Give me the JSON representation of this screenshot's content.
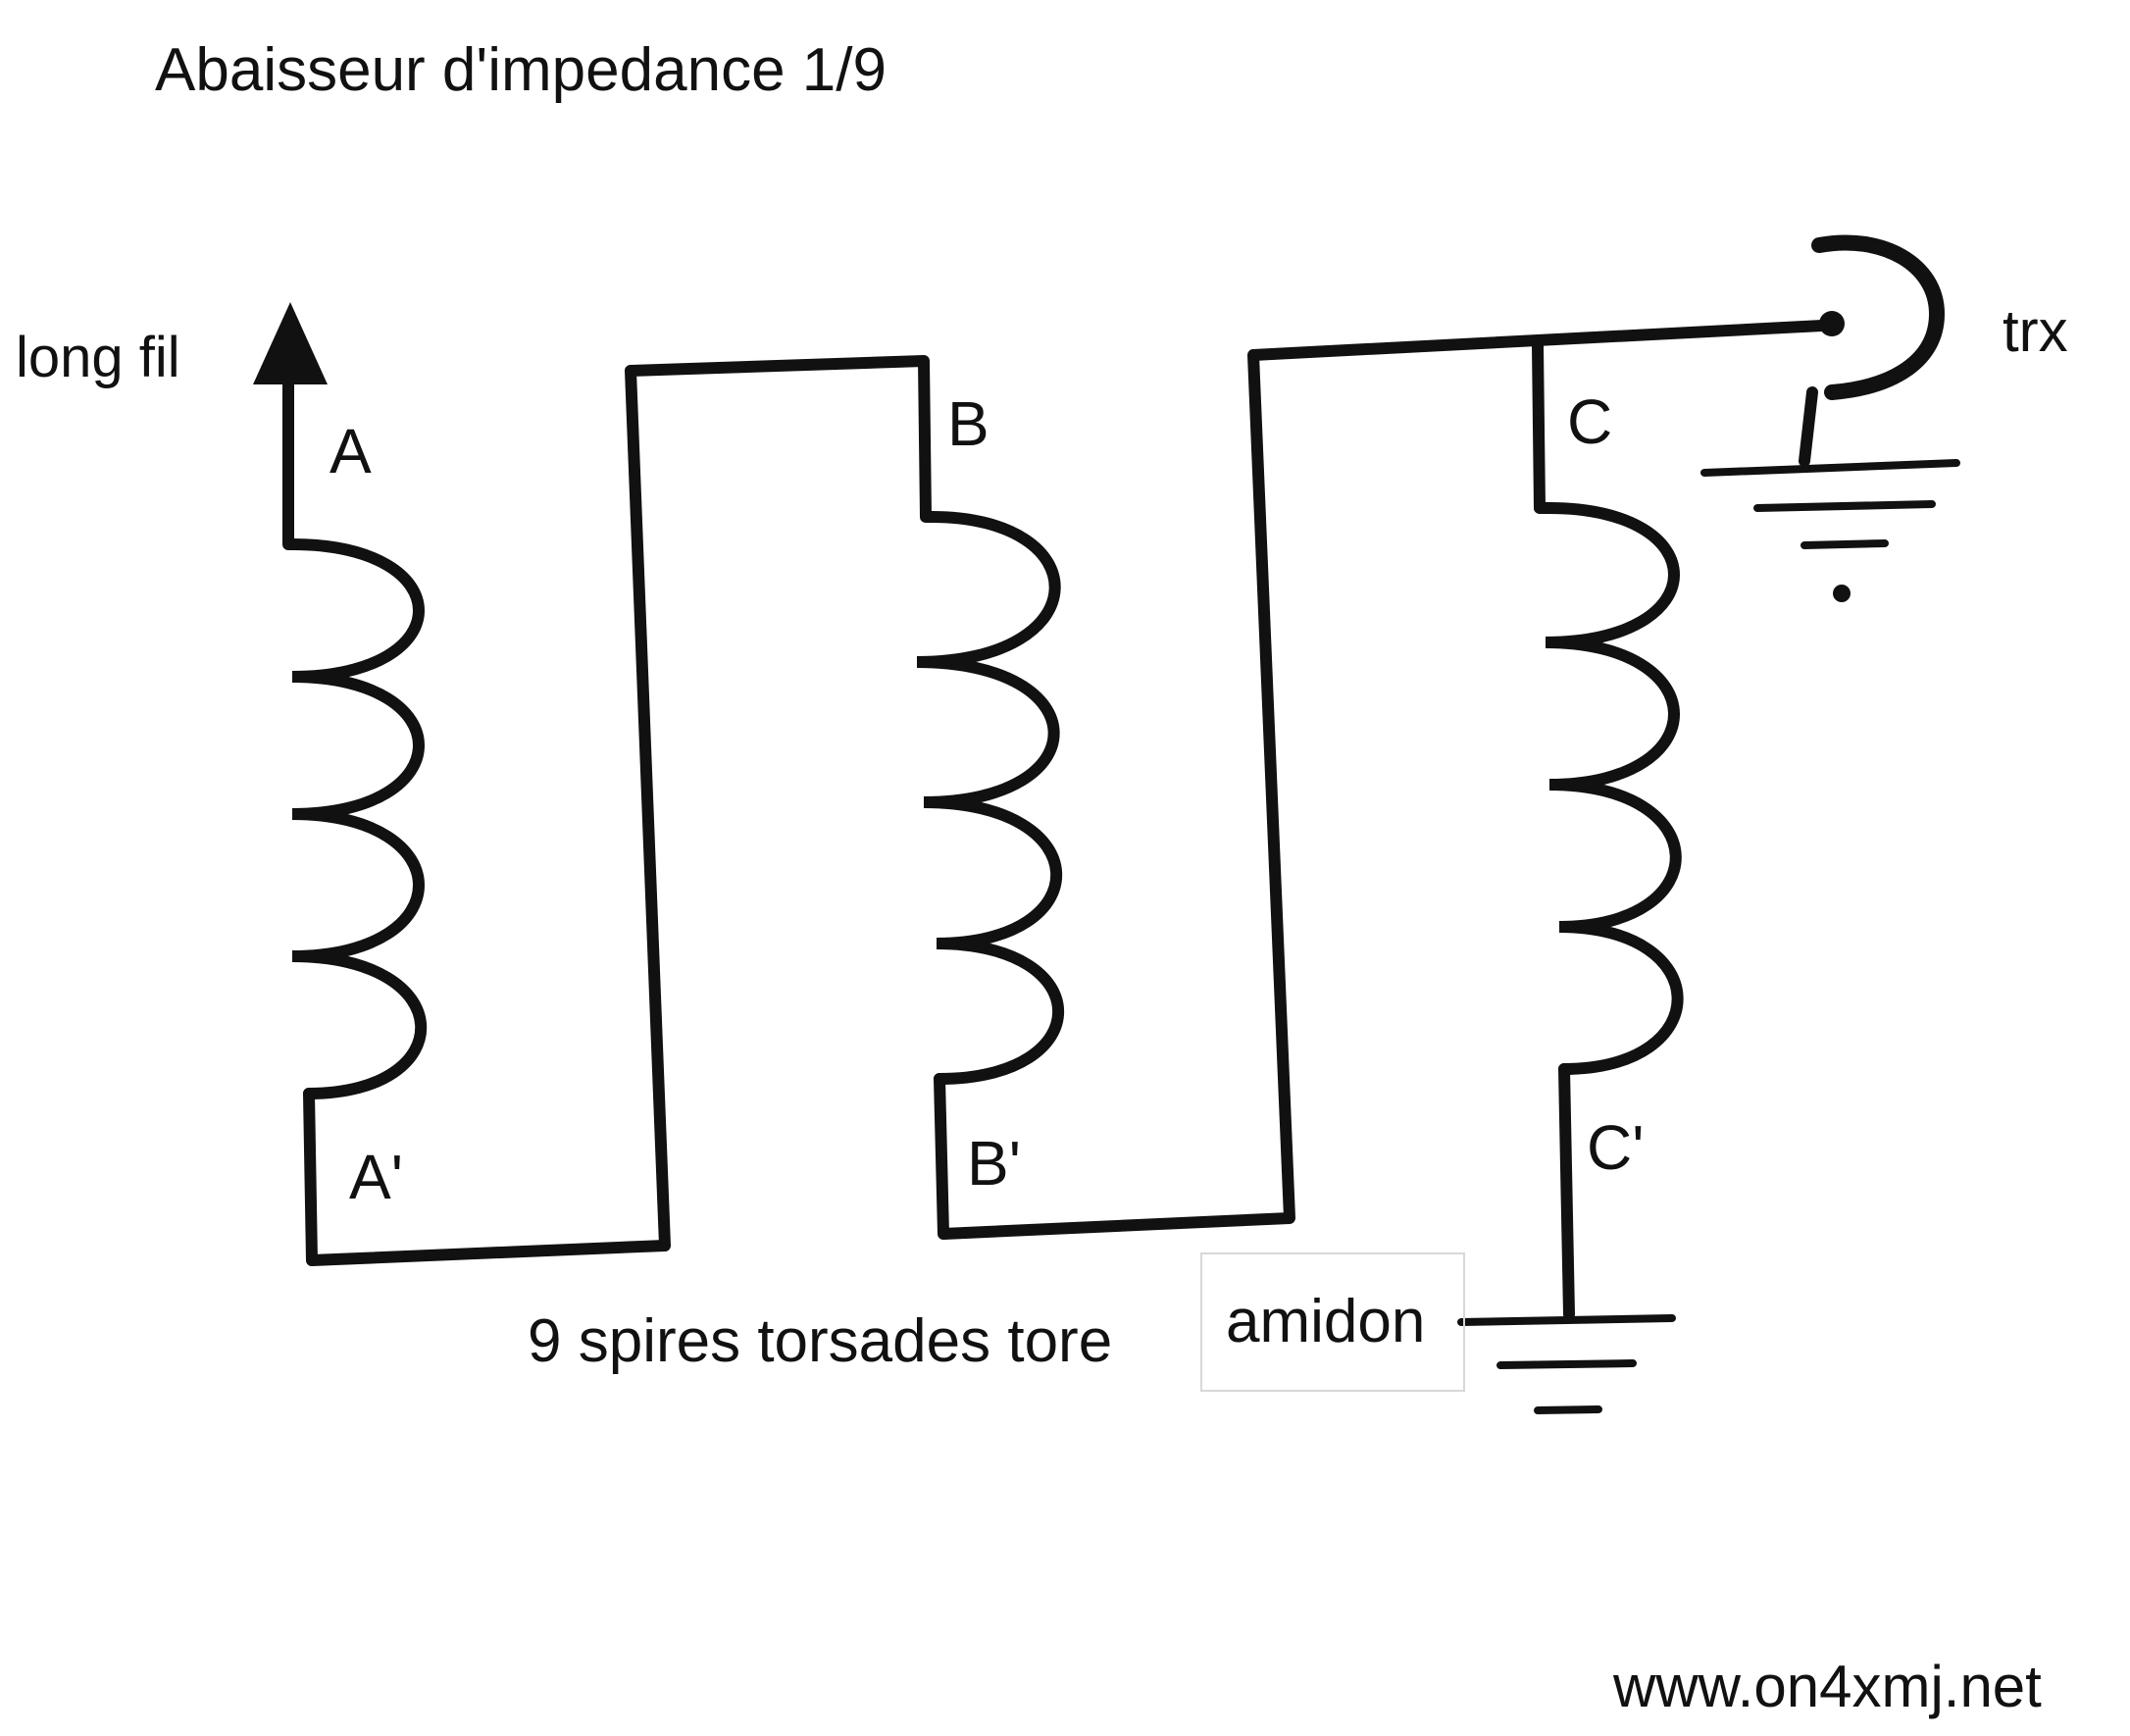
{
  "title": "Abaisseur d'impedance 1/9",
  "labels": {
    "input": "long fil",
    "output": "trx",
    "a": "A",
    "a_prime": "A'",
    "b": "B",
    "b_prime": "B'",
    "c": "C",
    "c_prime": "C'"
  },
  "caption_part1": "9 spires torsades tore",
  "caption_part2": "amidon",
  "website": "www.on4xmj.net",
  "colors": {
    "ink": "#111111",
    "paper": "#ffffff"
  },
  "icons": {
    "input": "arrow-up-icon",
    "output": "coax-connector-icon",
    "ground": "ground-icon"
  }
}
